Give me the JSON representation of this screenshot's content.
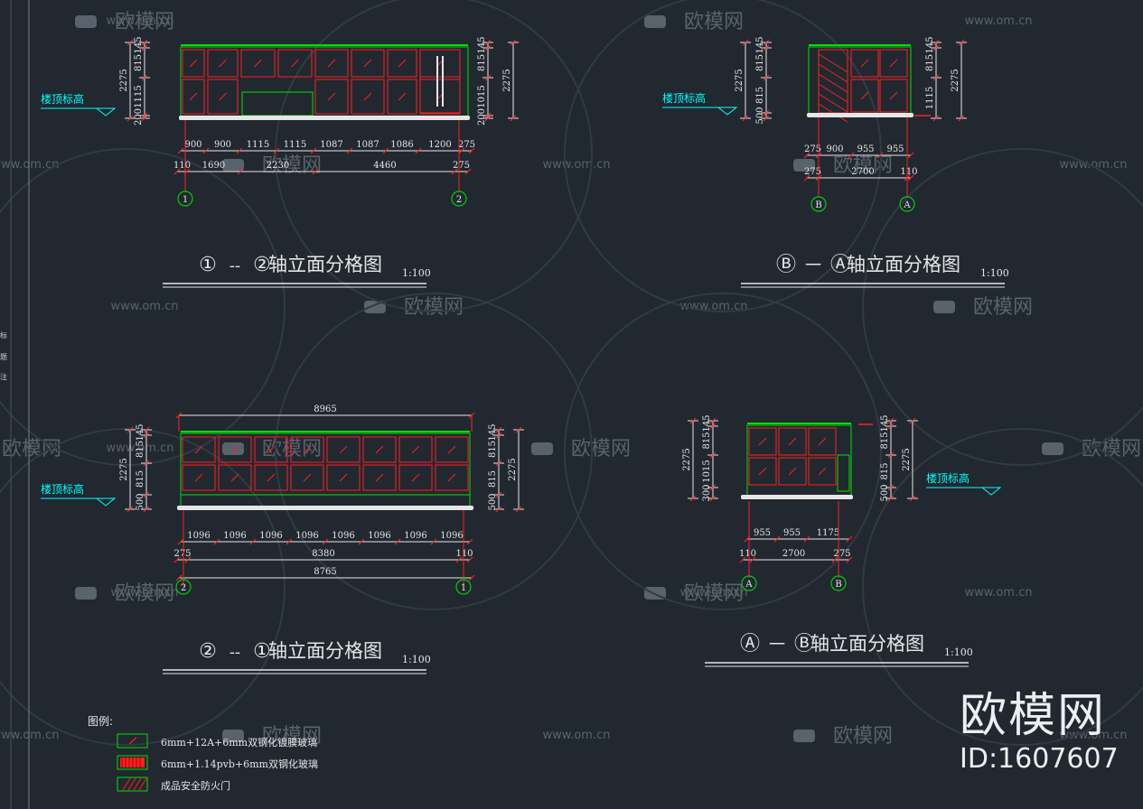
{
  "watermark": {
    "url": "www.om.cn",
    "logo_text": "欧模网"
  },
  "sidebar_marks": [
    "标",
    "题",
    "注"
  ],
  "floor_label": "楼顶标高",
  "views": [
    {
      "title_a": "①",
      "title_dash": "--",
      "title_b": "②",
      "title_text": "轴立面分格图",
      "scale": "1:100",
      "left_dims": [
        "2275",
        "200",
        "1115",
        "815",
        "145"
      ],
      "right_dims": [
        "145",
        "815",
        "1015",
        "200",
        "2275"
      ],
      "bottom_row1": [
        "900",
        "900",
        "1115",
        "1115",
        "1087",
        "1087",
        "1086",
        "1200",
        "275"
      ],
      "bottom_row2": [
        "110",
        "1690",
        "2230",
        "4460",
        "275"
      ],
      "axis_left": "1",
      "axis_right": "2"
    },
    {
      "title_a": "Ⓑ",
      "title_dash": "一",
      "title_b": "Ⓐ",
      "title_text": "轴立面分格图",
      "scale": "1:100",
      "left_dims": [
        "2275",
        "500",
        "815",
        "815",
        "145"
      ],
      "right_dims": [
        "145",
        "815",
        "1115",
        "2275"
      ],
      "bottom_row1": [
        "275",
        "900",
        "955",
        "955"
      ],
      "bottom_row2": [
        "275",
        "2700",
        "110"
      ],
      "axis_left": "B",
      "axis_right": "A"
    },
    {
      "title_a": "②",
      "title_dash": "--",
      "title_b": "①",
      "title_text": "轴立面分格图",
      "scale": "1:100",
      "top_dim": "8965",
      "left_dims": [
        "2275",
        "500",
        "815",
        "815",
        "145"
      ],
      "right_dims": [
        "145",
        "815",
        "815",
        "500",
        "2275"
      ],
      "bottom_row1": [
        "1096",
        "1096",
        "1096",
        "1096",
        "1096",
        "1096",
        "1096",
        "1096"
      ],
      "bottom_row2": [
        "275",
        "8380",
        "110"
      ],
      "bottom_row3": "8765",
      "axis_left": "2",
      "axis_right": "1"
    },
    {
      "title_a": "Ⓐ",
      "title_dash": "一",
      "title_b": "Ⓑ",
      "title_text": "轴立面分格图",
      "scale": "1:100",
      "left_dims": [
        "2275",
        "300",
        "1015",
        "815",
        "145"
      ],
      "right_dims": [
        "145",
        "815",
        "815",
        "500",
        "2275"
      ],
      "bottom_row1": [
        "955",
        "955",
        "1175"
      ],
      "bottom_row2": [
        "110",
        "2700",
        "275"
      ],
      "axis_left": "A",
      "axis_right": "B"
    }
  ],
  "legend": {
    "title": "图例:",
    "items": [
      {
        "text": "6mm+12A+6mm双钢化镀膜玻璃"
      },
      {
        "text": "6mm+1.14pvb+6mm双钢化玻璃"
      },
      {
        "text": "成品安全防火门"
      }
    ]
  },
  "brand": {
    "name": "欧模网",
    "id_text": "ID:1607607"
  },
  "colors": {
    "background": "#212830",
    "frame_green": "#00e000",
    "glass_red": "#ff2020",
    "dim_white": "#e6e6e6",
    "label_cyan": "#00ffff",
    "axis_green": "#00d000"
  }
}
